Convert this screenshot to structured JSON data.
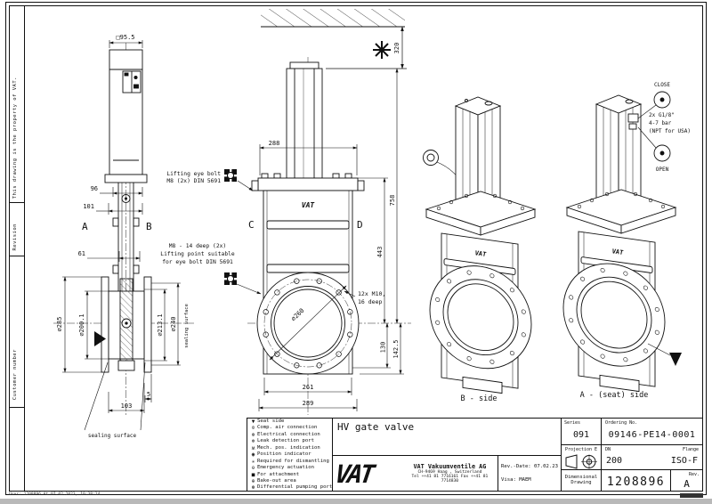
{
  "page": {
    "footer_note": "User: 1208896  At 07.02.2023, 10:38:14"
  },
  "sidebar": {
    "property_note": "This drawing is the property of VAT.",
    "revision_label": "Revision",
    "customer_label": "Customer number"
  },
  "legend": {
    "items": [
      {
        "glyph": "▼",
        "label": "Seat side"
      },
      {
        "glyph": "⊙",
        "label": "Comp. air connection"
      },
      {
        "glyph": "⊗",
        "label": "Electrical connection"
      },
      {
        "glyph": "⊚",
        "label": "Leak detection port"
      },
      {
        "glyph": "ʍ",
        "label": "Mech. pos. indication"
      },
      {
        "glyph": "◉",
        "label": "Position indicator"
      },
      {
        "glyph": "✳",
        "label": "Required for dismantling"
      },
      {
        "glyph": "⊖",
        "label": "Emergency actuation"
      },
      {
        "glyph": "■",
        "label": "For attachment"
      },
      {
        "glyph": "⊕",
        "label": "Bake-out area"
      },
      {
        "glyph": "⊛",
        "label": "Differential pumping port"
      }
    ]
  },
  "title_block": {
    "drawing_title": "HV gate valve",
    "series_label": "Series",
    "series_value": "091",
    "ordering_label": "Ordering No.",
    "ordering_value": "09146-PE14-0001",
    "projection_label": "Projection E",
    "dn_label": "DN",
    "dn_value": "200",
    "flange_label": "Flange",
    "flange_value": "ISO-F",
    "type_line1": "Dimensional",
    "type_line2": "Drawing",
    "drawing_number": "1208896",
    "rev_label": "Rev.",
    "rev_value": "A"
  },
  "company": {
    "logo": "VAT",
    "name": "VAT Vakuumventile AG",
    "address": "CH-9469 Haag , Switzerland",
    "phone": "Tel ++41 81 7716161 Fax ++41 81 7714830",
    "rev_date": "Rev.-Date: 07.02.23",
    "visa": "Visa: MAEM"
  },
  "dims": {
    "actuator_width": "□95.5",
    "d96": "96",
    "d101": "101",
    "d61": "61",
    "labelA": "A",
    "labelB": "B",
    "labelC": "C",
    "labelD": "D",
    "d285": "∅285",
    "d200": "∅200.1",
    "d213": "∅213.1",
    "d240": "∅240",
    "d5": "5",
    "d103": "103",
    "sealing_surface_side": "sealing surface",
    "sealing_surface_bottom": "sealing surface",
    "d288": "288",
    "d758": "758",
    "d443": "443",
    "d130": "130",
    "d142": "142.5",
    "d261": "261",
    "d289": "289",
    "d260": "∅260",
    "d320": "320",
    "bolt_note1": "12x M10,",
    "bolt_note2": "16 deep",
    "logo_small": "VAT"
  },
  "notes": {
    "lifting1_line1": "Lifting eye bolt",
    "lifting1_line2": "M8 (2x) DIN 5691",
    "lifting2_line1": "M8 - 14 deep (2x)",
    "lifting2_line2": "Lifting point suitable",
    "lifting2_line3": "for eye bolt DIN 5691",
    "close_label": "CLOSE",
    "open_label": "OPEN",
    "air_line1": "2x G1/8\"",
    "air_line2": "4-7 bar",
    "air_line3": "(NPT for USA)",
    "b_side_label": "B - side",
    "a_side_label": "A - (seat) side"
  }
}
